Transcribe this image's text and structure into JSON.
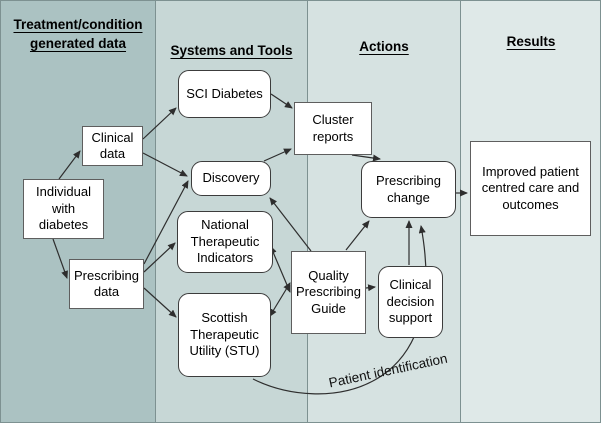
{
  "columns": [
    {
      "id": "treatment-data",
      "header": "Treatment/condition generated data"
    },
    {
      "id": "systems-tools",
      "header": "Systems and Tools"
    },
    {
      "id": "actions",
      "header": "Actions"
    },
    {
      "id": "results",
      "header": "Results"
    }
  ],
  "nodes": [
    {
      "id": "individual",
      "label": "Individual with diabetes"
    },
    {
      "id": "clinical-data",
      "label": "Clinical data"
    },
    {
      "id": "prescribing-data",
      "label": "Prescribing data"
    },
    {
      "id": "sci-diabetes",
      "label": "SCI Diabetes"
    },
    {
      "id": "discovery",
      "label": "Discovery"
    },
    {
      "id": "nti",
      "label": "National Therapeutic Indicators"
    },
    {
      "id": "stu",
      "label": "Scottish Therapeutic Utility (STU)"
    },
    {
      "id": "cluster-reports",
      "label": "Cluster reports"
    },
    {
      "id": "prescribing-change",
      "label": "Prescribing change"
    },
    {
      "id": "qpg",
      "label": "Quality Prescribing Guide"
    },
    {
      "id": "cds",
      "label": "Clinical decision support"
    },
    {
      "id": "improved",
      "label": "Improved patient centred care and outcomes"
    }
  ],
  "edges": [
    {
      "from": "individual",
      "to": "clinical-data"
    },
    {
      "from": "individual",
      "to": "prescribing-data"
    },
    {
      "from": "clinical-data",
      "to": "sci-diabetes"
    },
    {
      "from": "clinical-data",
      "to": "discovery"
    },
    {
      "from": "prescribing-data",
      "to": "discovery"
    },
    {
      "from": "prescribing-data",
      "to": "nti"
    },
    {
      "from": "prescribing-data",
      "to": "stu"
    },
    {
      "from": "sci-diabetes",
      "to": "cluster-reports"
    },
    {
      "from": "discovery",
      "to": "cluster-reports"
    },
    {
      "from": "cluster-reports",
      "to": "prescribing-change"
    },
    {
      "from": "qpg",
      "to": "discovery"
    },
    {
      "from": "nti",
      "to": "qpg",
      "bidirectional": true
    },
    {
      "from": "stu",
      "to": "qpg",
      "bidirectional": true
    },
    {
      "from": "qpg",
      "to": "prescribing-change"
    },
    {
      "from": "qpg",
      "to": "cds"
    },
    {
      "from": "cds",
      "to": "prescribing-change"
    },
    {
      "from": "prescribing-change",
      "to": "improved"
    },
    {
      "from": "stu",
      "to": "prescribing-change",
      "curved": true,
      "label": "Patient identification"
    }
  ],
  "colors": {
    "column_fills": [
      "#abc2c2",
      "#c7d7d6",
      "#d6e2e1",
      "#dfe9e8"
    ],
    "node_fill": "#ffffff",
    "line": "#2e2e2e",
    "text": "#000000"
  }
}
